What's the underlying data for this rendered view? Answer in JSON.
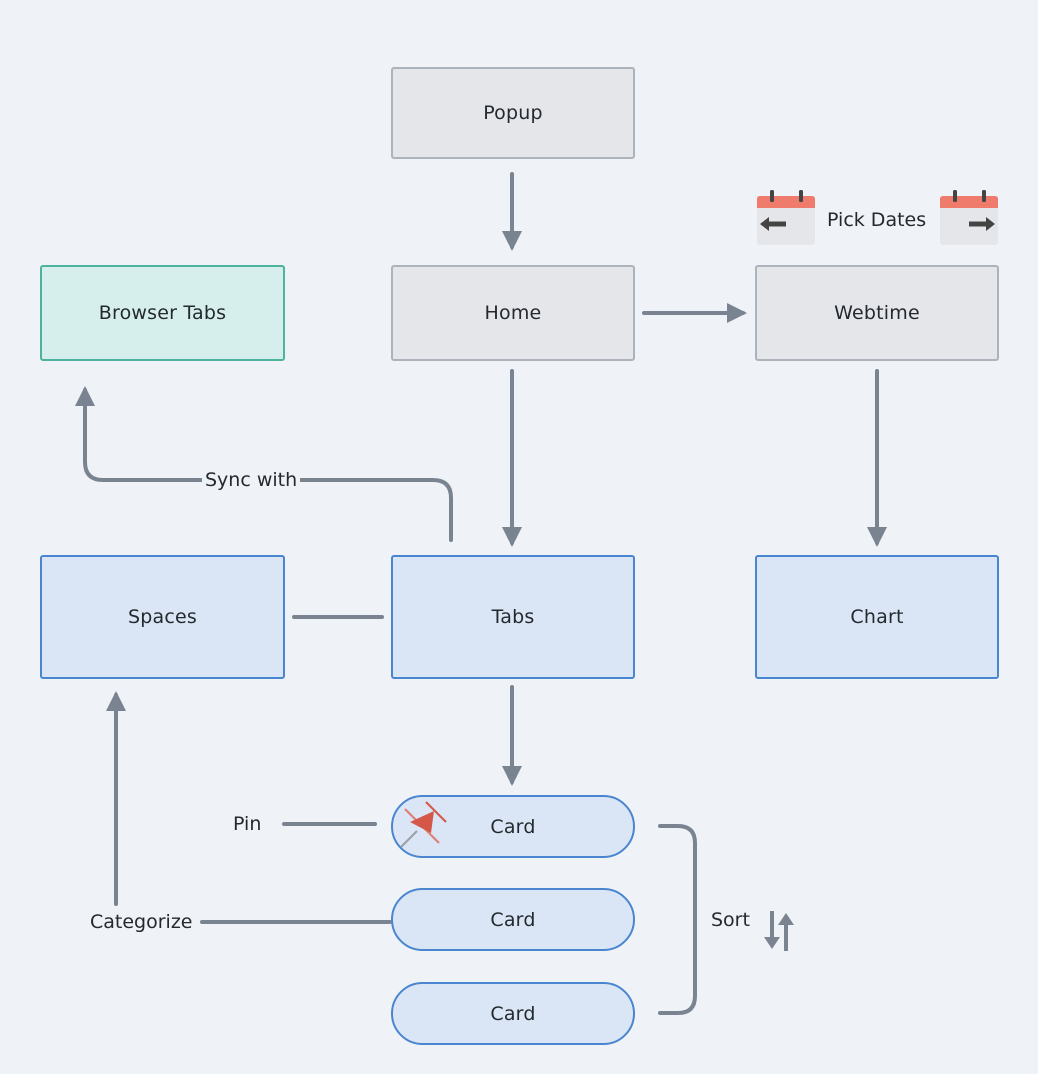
{
  "nodes": {
    "popup": "Popup",
    "home": "Home",
    "webtime": "Webtime",
    "browser_tabs": "Browser Tabs",
    "spaces": "Spaces",
    "tabs": "Tabs",
    "chart": "Chart",
    "card_1": "Card",
    "card_2": "Card",
    "card_3": "Card"
  },
  "labels": {
    "pick_dates": "Pick Dates",
    "sync_with": "Sync with",
    "pin": "Pin",
    "categorize": "Categorize",
    "sort": "Sort"
  },
  "icons": {
    "calendar_left": "calendar-arrow-left-icon",
    "calendar_right": "calendar-arrow-right-icon",
    "pin": "pushpin-icon",
    "sort": "sort-arrows-icon"
  },
  "colors": {
    "edge": "#7a8390",
    "gray_fill": "#e4e6ea",
    "green_fill": "#d7efec",
    "blue_fill": "#dae6f5",
    "blue_border": "#4a86cf",
    "calendar_header": "#ee7b6c",
    "pin": "#d4574a"
  }
}
